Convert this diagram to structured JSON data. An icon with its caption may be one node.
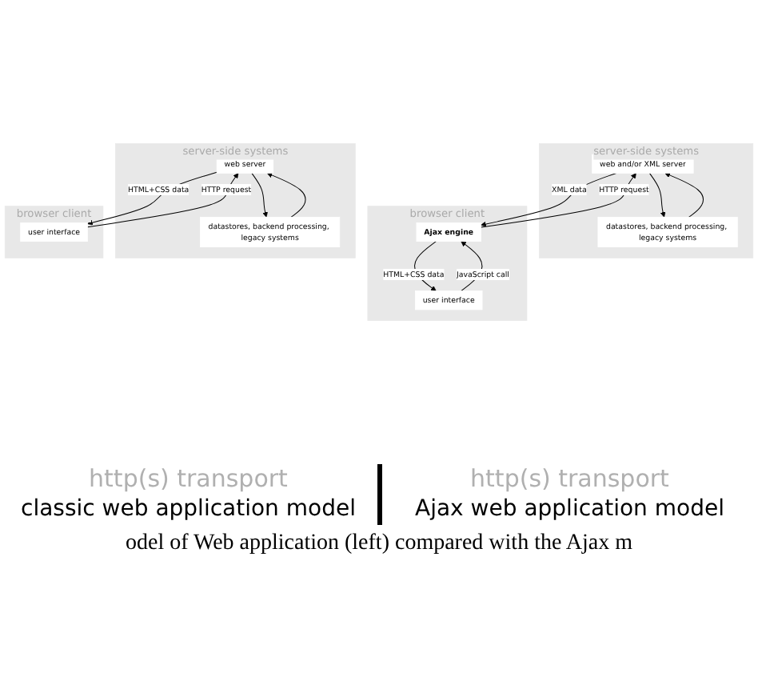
{
  "diagram": {
    "caption": "odel of Web application (left) compared with the Ajax m",
    "nodes": [
      {
        "text": [
          "browser client"
        ]
      },
      {
        "text": [
          "user interface"
        ],
        "in": 0
      },
      {
        "text": [
          "server-side systems"
        ]
      },
      {
        "text": [
          "web server"
        ],
        "in": 2
      },
      {
        "text": [
          "datastores, backend processing, legacy systems"
        ],
        "in": 2
      },
      {
        "text": [
          "browser client"
        ]
      },
      {
        "text": [
          "user interface"
        ],
        "in": 5
      },
      {
        "text": [
          "Ajax engine"
        ],
        "in": 5
      },
      {
        "text": [
          "server-side systems"
        ]
      },
      {
        "text": [
          "web and/or XML server"
        ],
        "in": 8
      },
      {
        "text": [
          "datastores, backend processing, legacy systems"
        ],
        "in": 8
      }
    ],
    "edges": [
      {
        "from": 1,
        "to": 3,
        "arrow": "to",
        "label": "HTTP request"
      },
      {
        "from": 3,
        "to": 1,
        "arrow": "to",
        "label": "HTML+CSS data"
      },
      {
        "from": 3,
        "to": 4,
        "arrow": "to"
      },
      {
        "from": 4,
        "to": 3,
        "arrow": "to"
      },
      {
        "from": 6,
        "to": 7,
        "arrow": "to",
        "label": "JavaScript call"
      },
      {
        "from": 7,
        "to": 6,
        "arrow": "to",
        "label": "HTML+CSS data"
      },
      {
        "from": 7,
        "to": 9,
        "arrow": "to",
        "label": "HTTP request"
      },
      {
        "from": 9,
        "to": 7,
        "arrow": "to",
        "label": "XML data"
      },
      {
        "from": 9,
        "to": 10,
        "arrow": "to"
      },
      {
        "from": 10,
        "to": 9,
        "arrow": "to"
      }
    ],
    "labels": [
      "http(s) transport",
      "http(s) transport",
      "classic web application model",
      "Ajax web application model"
    ]
  }
}
